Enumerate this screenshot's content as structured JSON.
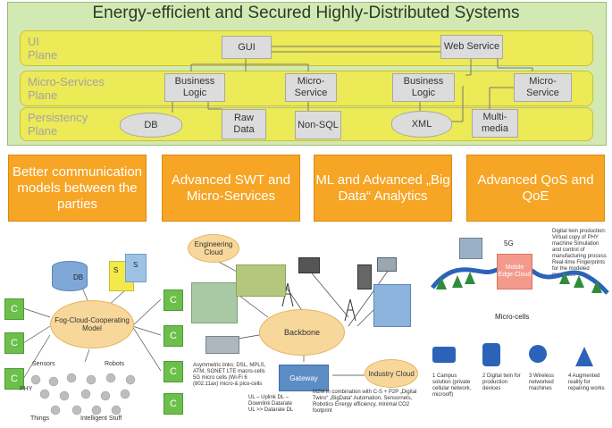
{
  "header": {
    "title": "Energy-efficient and Secured Highly-Distributed Systems"
  },
  "planes": [
    {
      "line1": "UI",
      "line2": "Plane"
    },
    {
      "line1": "Micro-Services",
      "line2": "Plane"
    },
    {
      "line1": "Persistency",
      "line2": "Plane"
    }
  ],
  "ui_boxes": {
    "gui": "GUI",
    "web_service": "Web Service"
  },
  "service_boxes": [
    "Business Logic",
    "Micro-Service",
    "Business Logic",
    "Micro-Service"
  ],
  "persistence": {
    "db": "DB",
    "raw_data": "Raw Data",
    "non_sql": "Non-SQL",
    "xml": "XML",
    "multimedia": "Multi-media"
  },
  "topics": [
    "Better communication models between the parties",
    "Advanced SWT and Micro-Services",
    "ML and Advanced „Big Data“ Analytics",
    "Advanced QoS and QoE"
  ],
  "left_panel": {
    "c_label": "C",
    "db": "DB",
    "s": "S",
    "cloud": "Fog-Cloud-Cooperating Model",
    "sensors": "Sensors",
    "robots": "Robots",
    "phy": "PHY",
    "things": "Things",
    "intelligent": "Intelligent Stuff"
  },
  "middle_panel": {
    "engineering_cloud": "Engineering Cloud",
    "backbone": "Backbone",
    "gateway": "Gateway",
    "industry_cloud": "Industry Cloud",
    "links_text": "Asymmetric links: DSL, MPLS, ATM, SONET LTE macro-cells 5G micro cells (Wi-Fi 6 (802.11ax) micro-& pico-cells",
    "ul_dl_text": "UL – Uplink DL – Downlink Datarate UL >> Datarate DL",
    "m2m_text": "M2M in combination with C-S + P2P „Digital Twins“ „BigData“ Automation, Sensornets, Robotics Energy efficiency, minimal CO2 footprint"
  },
  "right_panel": {
    "twin_text": "Digital twin production: Virtual copy of PHY machine Simulation and control of manufacturing process Real-time Fingerprints for the modeled machines",
    "five_g": "5G",
    "mec": "Mobile Edge Cloud",
    "micro_cells": "Micro-cells",
    "items": [
      "1 Campus solution (private cellular network, microoff)",
      "2 Digital twin for production devices",
      "3 Wireless networked machines",
      "4 Augmented reality for repairing works"
    ]
  },
  "colors": {
    "panel": "#d3e9b3",
    "plane": "#ecea57",
    "topic": "#f6a524",
    "cbox": "#6cbf4b",
    "cloud": "#f8d79b",
    "mec": "#f49a8c"
  }
}
